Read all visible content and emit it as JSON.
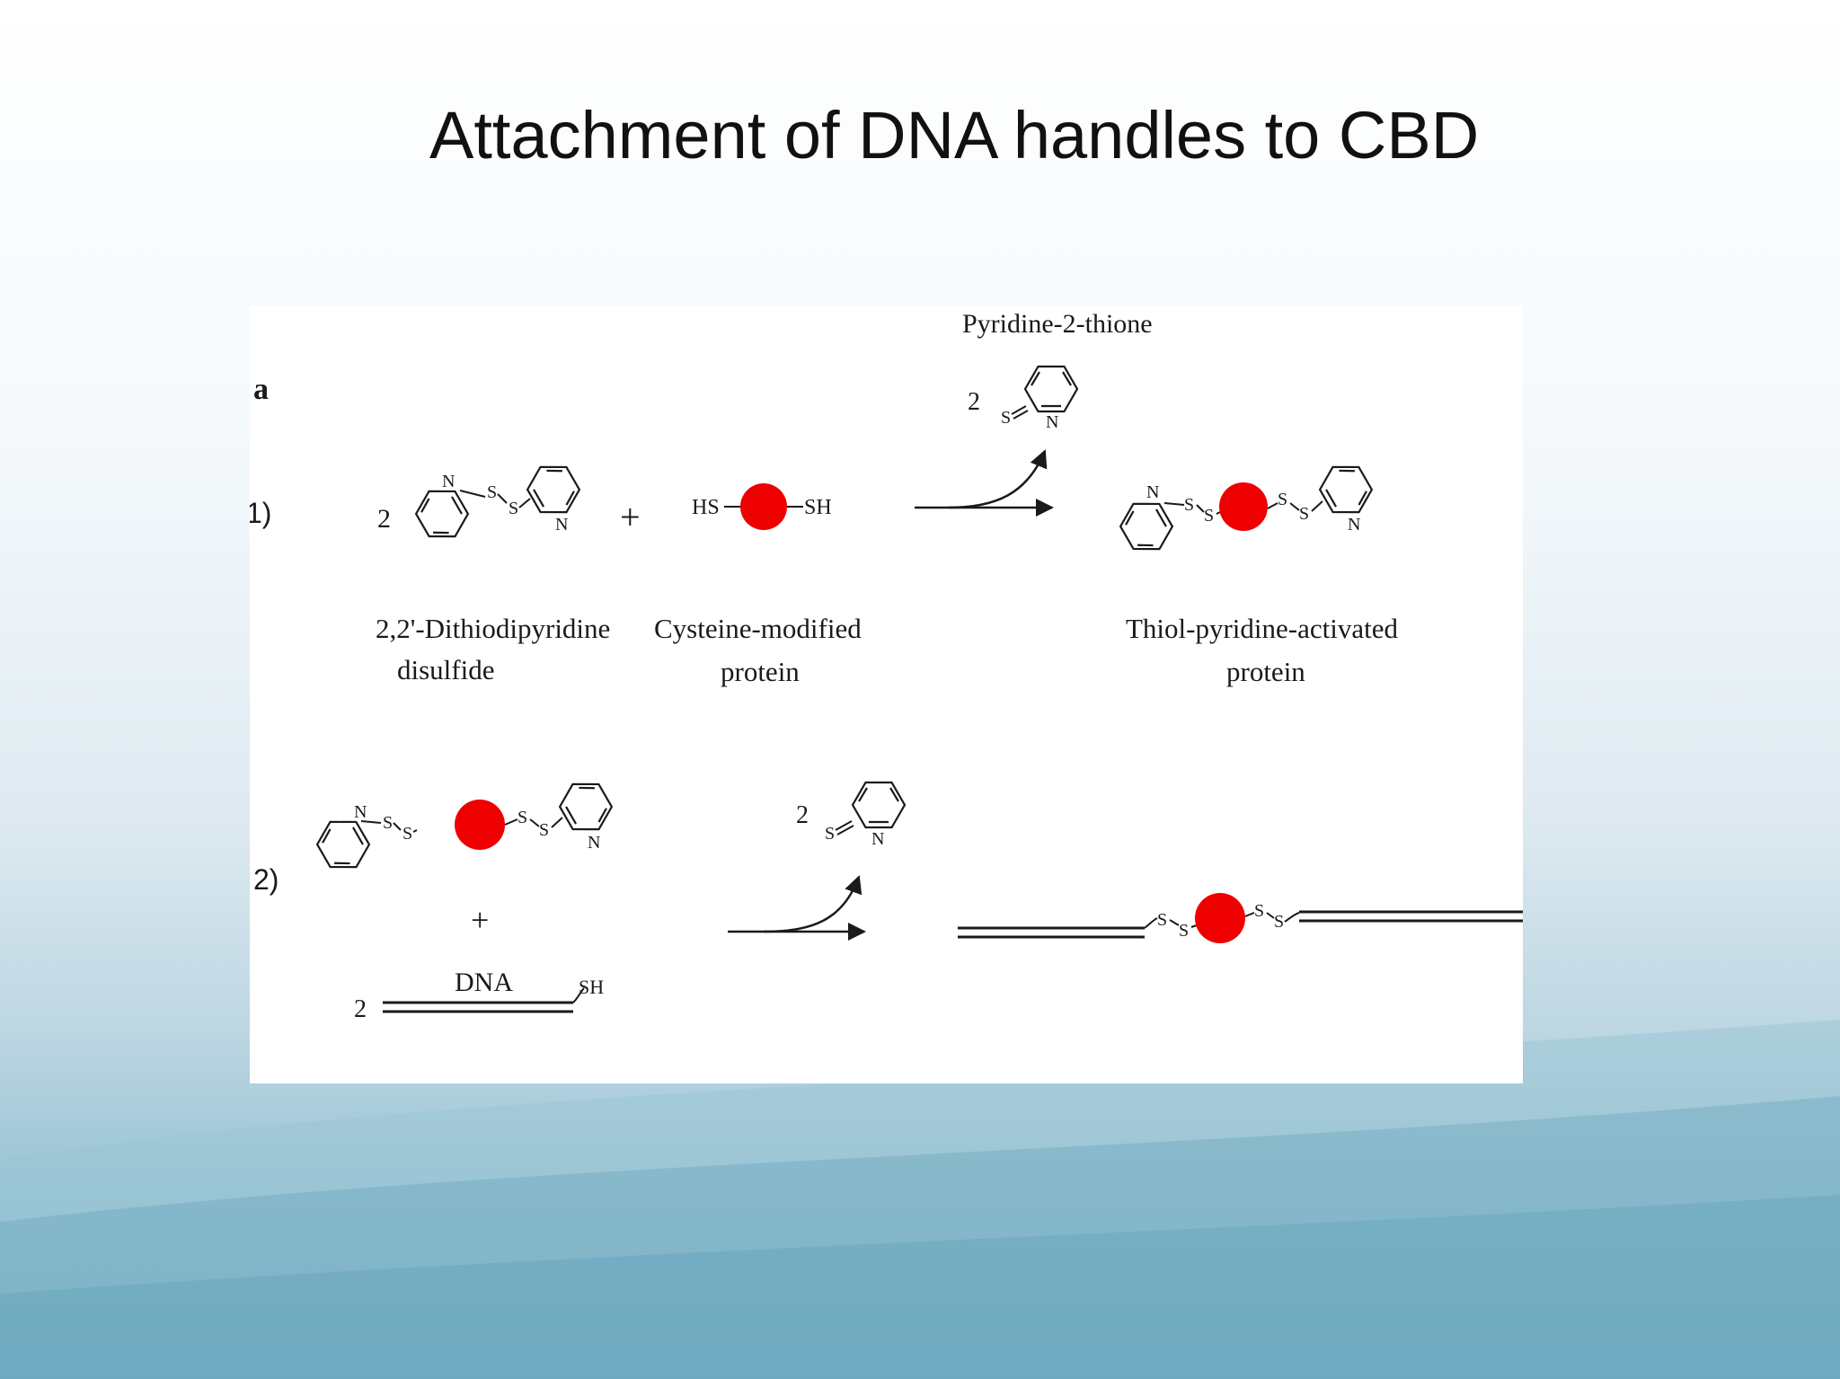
{
  "slide": {
    "title": "Attachment of DNA handles to CBD"
  },
  "figure": {
    "panel_label": "a",
    "step1": {
      "number": "1)",
      "reagent1": {
        "coefficient": "2",
        "name_line1": "2,2'-Dithiodipyridine",
        "name_line2": "disulfide",
        "atom_N": "N",
        "atom_S": "S"
      },
      "plus": "+",
      "reagent2": {
        "left_group": "HS",
        "right_group": "SH",
        "name_line1": "Cysteine-modified",
        "name_line2": "protein"
      },
      "byproduct": {
        "name": "Pyridine-2-thione",
        "coefficient": "2",
        "atom_S": "S",
        "atom_N": "N"
      },
      "product": {
        "name_line1": "Thiol-pyridine-activated",
        "name_line2": "protein"
      }
    },
    "step2": {
      "number": "2)",
      "plus": "+",
      "dna": {
        "coefficient": "2",
        "label": "DNA",
        "end_group": "SH"
      },
      "byproduct": {
        "coefficient": "2",
        "atom_S": "S",
        "atom_N": "N"
      }
    },
    "colors": {
      "protein": "#ee0000",
      "ink": "#1a1a1a"
    }
  }
}
